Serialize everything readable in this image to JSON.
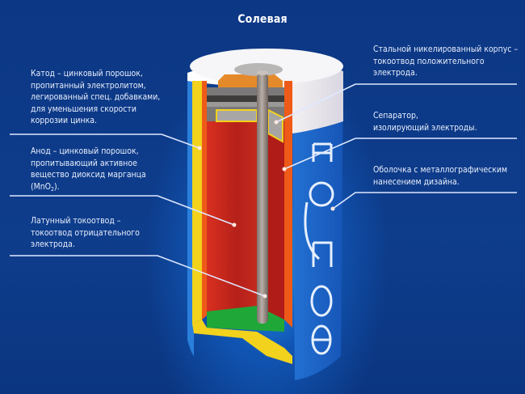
{
  "title": "Солевая",
  "left_labels": [
    {
      "id": "cathode",
      "lines": [
        "Катод – цинковый порошок,",
        "пропитанный электролитом,",
        "легированный спец. добавками,",
        "для уменьшения скорости",
        "коррозии цинка."
      ]
    },
    {
      "id": "anode",
      "lines": [
        "Анод – цинковый порошок,",
        "пропитывающий активное",
        "вещество диоксид марганца",
        "(MnO2)."
      ]
    },
    {
      "id": "brass-collector",
      "lines": [
        "Латунный токоотвод –",
        "токоотвод отрицательного",
        "электрода."
      ]
    }
  ],
  "right_labels": [
    {
      "id": "steel-case",
      "lines": [
        "Стальной никелированный корпус –",
        "токоотвод положительного",
        "электрода."
      ]
    },
    {
      "id": "separator",
      "lines": [
        "Сепаратор,",
        "изолирующий электроды."
      ]
    },
    {
      "id": "shell",
      "lines": [
        "Оболочка с металлографическим",
        "нанесением дизайна."
      ]
    }
  ],
  "battery": {
    "brand_text": "КОСМОС",
    "colors": {
      "shell_blue": "#1f6fd0",
      "cathode_red": "#c8281c",
      "separator_yellow": "#f2d21c",
      "case_orange": "#ee5a18",
      "rod_gray": "#9a8f88",
      "bottom_green": "#1fa838",
      "cap_white": "#f4f4f6"
    }
  },
  "colors": {
    "background": "#0d3a86",
    "text": "#e8eefc",
    "leader_line": "#dfe8ff"
  }
}
